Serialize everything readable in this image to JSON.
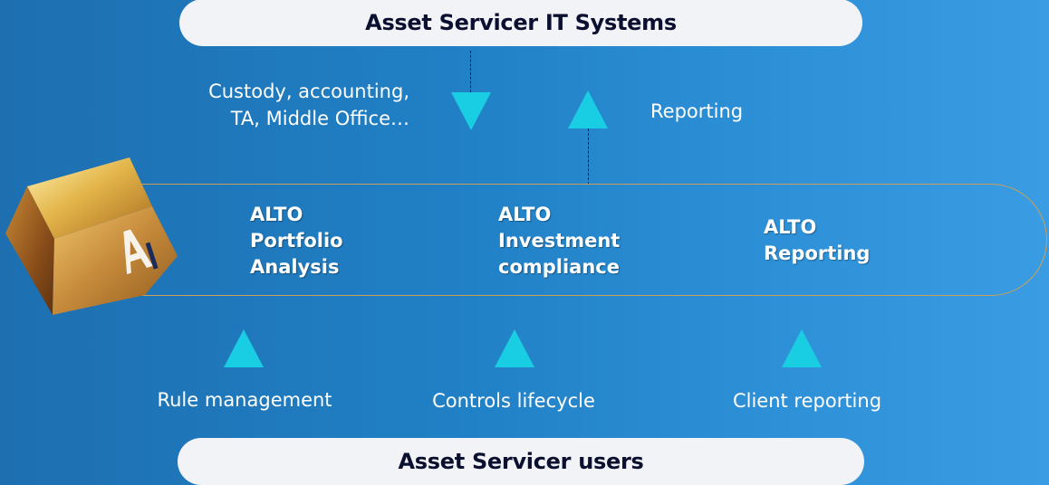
{
  "top_bar": {
    "label": "Asset Servicer IT Systems"
  },
  "bottom_bar": {
    "label": "Asset Servicer users"
  },
  "inbound": {
    "line1": "Custody, accounting,",
    "line2": "TA, Middle Office…"
  },
  "outbound": {
    "label": "Reporting"
  },
  "modules": [
    {
      "lines": [
        "ALTO",
        "Portfolio",
        "Analysis"
      ]
    },
    {
      "lines": [
        "ALTO",
        "Investment",
        "compliance"
      ]
    },
    {
      "lines": [
        "ALTO",
        "Reporting"
      ]
    }
  ],
  "user_functions": [
    {
      "label": "Rule management"
    },
    {
      "label": "Controls lifecycle"
    },
    {
      "label": "Client reporting"
    }
  ],
  "logo": {
    "letter": "A"
  },
  "colors": {
    "background_start": "#1d6fb0",
    "background_end": "#3a9ce2",
    "arrow": "#19cde3",
    "band_outline": "#c9a15a",
    "pill": "#f2f3f6",
    "pill_text": "#0b1030"
  }
}
